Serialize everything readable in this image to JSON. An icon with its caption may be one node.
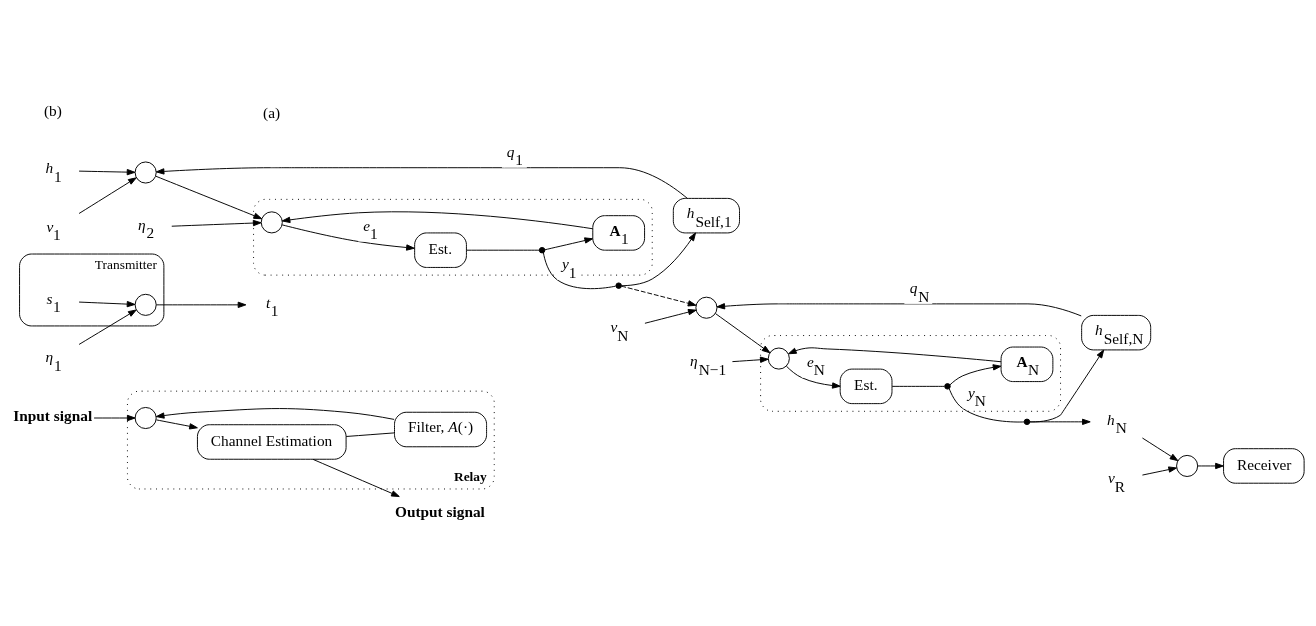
{
  "diagram": {
    "nodes": [
      {
        "text": [
          "Relay"
        ]
      },
      {
        "text": [
          "Input signal"
        ]
      },
      {
        "text": [],
        "shape": "circle",
        "in": 0
      },
      {
        "text": [
          "Channel Estimation"
        ],
        "in": 0
      },
      {
        "text": [
          "Filter, *A*(·)"
        ],
        "in": 0
      },
      {
        "text": [
          "Output signal"
        ]
      },
      {
        "text": [
          "Transmitter"
        ]
      },
      {
        "text": [
          "*s*$_{1}$"
        ],
        "in": 6
      },
      {
        "text": [],
        "shape": "circle",
        "in": 6
      },
      {
        "text": [
          "*η*$_{1}$"
        ]
      },
      {
        "text": [
          "*t*$_{1}$"
        ]
      },
      {
        "text": [
          "*h*$_{1}$"
        ]
      },
      {
        "text": [],
        "shape": "circle"
      },
      {
        "text": [
          "*v*$_{1}$"
        ]
      },
      {
        "text": [],
        "shape": "box"
      },
      {
        "text": [],
        "shape": "circle",
        "in": 14
      },
      {
        "text": [
          "*η*$_{2}$"
        ]
      },
      {
        "text": [
          "Est."
        ],
        "in": 14
      },
      {
        "text": [],
        "shape": "dot",
        "in": 14
      },
      {
        "text": [
          "**A**$_{1}$"
        ],
        "in": 14
      },
      {
        "text": [],
        "shape": "dot"
      },
      {
        "text": [
          "*h*$_{Self,1}$"
        ]
      },
      {
        "text": [],
        "shape": "circle"
      },
      {
        "text": [
          "*v*$_{N}$"
        ]
      },
      {
        "text": [
          "*h*$_{Self,N}$"
        ]
      },
      {
        "text": [],
        "shape": "box"
      },
      {
        "text": [],
        "shape": "circle",
        "in": 25
      },
      {
        "text": [
          "*η*$_{N−1}$"
        ]
      },
      {
        "text": [
          "Est."
        ],
        "in": 25
      },
      {
        "text": [],
        "shape": "dot",
        "in": 25
      },
      {
        "text": [
          "**A**$_{N}$"
        ],
        "in": 25
      },
      {
        "text": [],
        "shape": "dot"
      },
      {
        "text": [
          "*h*$_{N}$"
        ]
      },
      {
        "text": [],
        "shape": "circle"
      },
      {
        "text": [
          "*v*$_{R}$"
        ]
      },
      {
        "text": [
          "Receiver"
        ]
      }
    ],
    "edges": [
      {
        "from": 1,
        "to": 2,
        "arrow": "to"
      },
      {
        "from": 2,
        "to": 3,
        "arrow": "to"
      },
      {
        "from": 3,
        "to": 5,
        "arrow": "to"
      },
      {
        "from": 3,
        "to": 4,
        "arrow": "none"
      },
      {
        "from": 4,
        "to": 2,
        "arrow": "to"
      },
      {
        "from": 7,
        "to": 8,
        "arrow": "to"
      },
      {
        "from": 9,
        "to": 8,
        "arrow": "to"
      },
      {
        "from": 8,
        "to": 10,
        "arrow": "to"
      },
      {
        "from": 11,
        "to": 12,
        "arrow": "to"
      },
      {
        "from": 13,
        "to": 12,
        "arrow": "to"
      },
      {
        "from": 21,
        "to": 12,
        "arrow": "to",
        "label": "*q*$_{1}$"
      },
      {
        "from": 12,
        "to": 15,
        "arrow": "to"
      },
      {
        "from": 16,
        "to": 15,
        "arrow": "to"
      },
      {
        "from": 15,
        "to": 17,
        "arrow": "to",
        "label": "*e*$_{1}$"
      },
      {
        "from": 17,
        "to": 18,
        "arrow": "none"
      },
      {
        "from": 18,
        "to": 19,
        "arrow": "to"
      },
      {
        "from": 19,
        "to": 15,
        "arrow": "to"
      },
      {
        "from": 18,
        "to": 20,
        "arrow": "none",
        "label": "*y*$_{1}$"
      },
      {
        "from": 20,
        "to": 21,
        "arrow": "to"
      },
      {
        "from": 20,
        "to": 22,
        "arrow": "to",
        "style": "dashed"
      },
      {
        "from": 24,
        "to": 22,
        "arrow": "to",
        "label": "*q*$_{N}$"
      },
      {
        "from": 23,
        "to": 22,
        "arrow": "to"
      },
      {
        "from": 22,
        "to": 26,
        "arrow": "to"
      },
      {
        "from": 27,
        "to": 26,
        "arrow": "to"
      },
      {
        "from": 26,
        "to": 28,
        "arrow": "to",
        "label": "*e*$_{N}$"
      },
      {
        "from": 28,
        "to": 29,
        "arrow": "none"
      },
      {
        "from": 29,
        "to": 30,
        "arrow": "to"
      },
      {
        "from": 30,
        "to": 26,
        "arrow": "to"
      },
      {
        "from": 29,
        "to": 31,
        "arrow": "none",
        "label": "*y*$_{N}$"
      },
      {
        "from": 31,
        "to": 24,
        "arrow": "to"
      },
      {
        "from": 31,
        "to": 32,
        "arrow": "to"
      },
      {
        "from": 32,
        "to": 33,
        "arrow": "to"
      },
      {
        "from": 34,
        "to": 33,
        "arrow": "to"
      },
      {
        "from": 33,
        "to": 35,
        "arrow": "to"
      }
    ],
    "labels": [
      "(a)",
      "(b)"
    ]
  }
}
